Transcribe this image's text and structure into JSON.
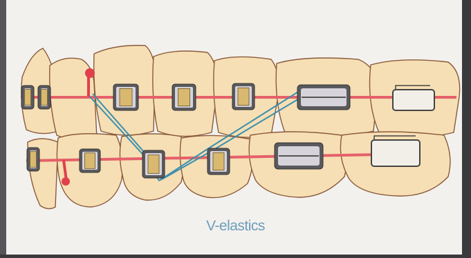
{
  "caption": "V-elastics",
  "colors": {
    "frame": "#3a3a3c",
    "paper": "#f3f1ee",
    "tooth_fill": "#f6dfb4",
    "tooth_stroke": "#8a5a3a",
    "archwire": "#e5606a",
    "elastic": "#3b8fae",
    "bracket_dark": "#5a5a5e",
    "bracket_light": "#d6d3da",
    "bracket_gold": "#d9b870",
    "caption_text": "#6b9dbb",
    "hook": "#e0404c"
  },
  "icons": {
    "bracket": "orthodontic-bracket",
    "molar_tube": "molar-band-tube",
    "hook": "elastic-hook"
  }
}
